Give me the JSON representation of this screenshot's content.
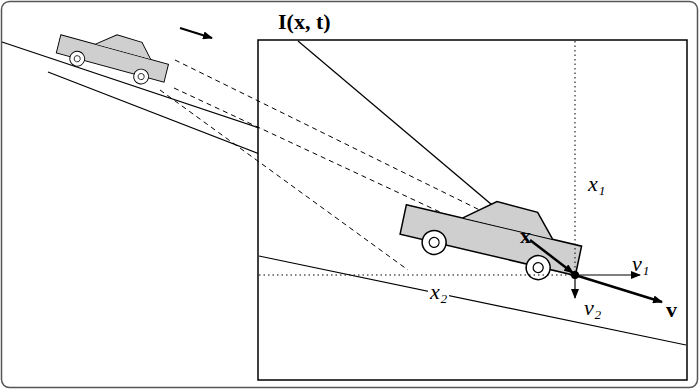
{
  "diagram": {
    "labels": [
      "I(x, t)",
      "x₁",
      "x₂",
      "x",
      "v₁",
      "v₂",
      "v"
    ]
  }
}
